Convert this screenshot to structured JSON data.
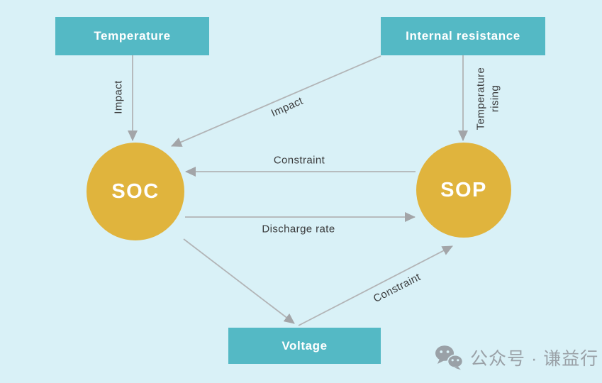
{
  "nodes": {
    "temperature": "Temperature",
    "internal_resistance": "Internal resistance",
    "soc": "SOC",
    "sop": "SOP",
    "voltage": "Voltage"
  },
  "edge_labels": {
    "temperature_to_soc": "Impact",
    "internal_resistance_to_soc": "Impact",
    "sop_to_soc": "Constraint",
    "soc_to_sop": "Discharge rate",
    "internal_resistance_to_sop": "Temperature rising",
    "voltage_to_sop": "Constraint"
  },
  "watermark": {
    "icon": "wechat-icon",
    "text": "公众号 · 谦益行"
  },
  "colors": {
    "background": "#d9f1f7",
    "node_box": "#54b9c5",
    "node_circle": "#e0b43d",
    "node_text": "#ffffff",
    "arrow_line": "#b2b4b6",
    "arrow_head": "#a3a5a8",
    "edge_label_text": "#3a3b3c",
    "watermark_text": "#9aa1a7"
  }
}
